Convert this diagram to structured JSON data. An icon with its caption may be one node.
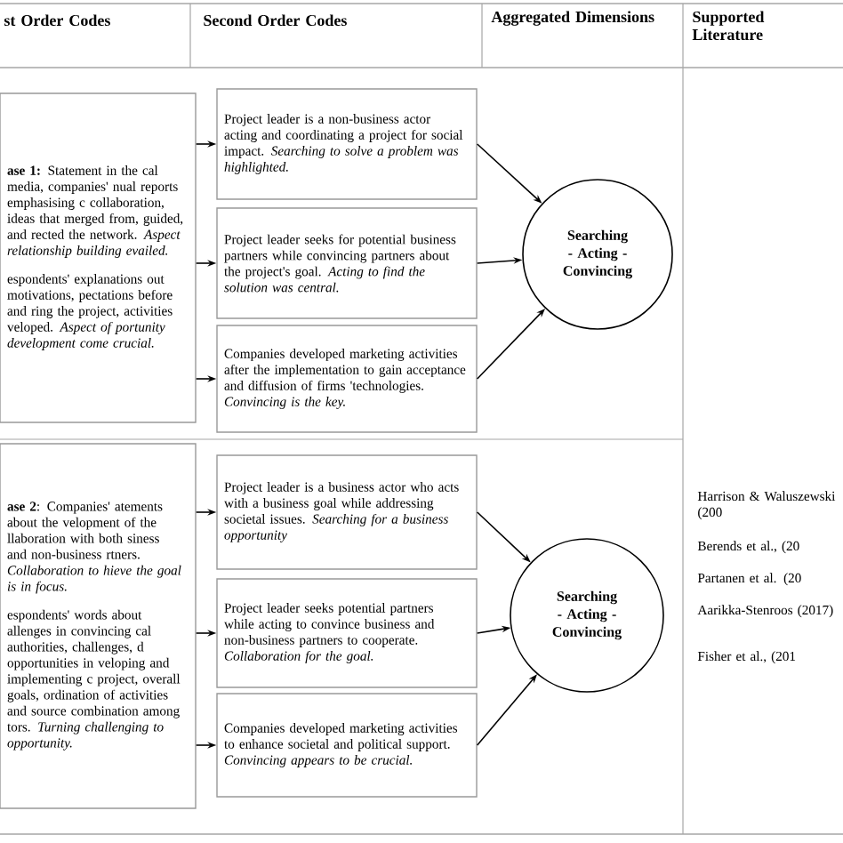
{
  "diagram": {
    "nodes": [
      {
        "text": [
          "**ase 1:** Statement in the cal media, companies' nual reports emphasising c collaboration, ideas that merged from, guided, and rected the network. *Aspect relationship building evailed.*",
          "espondents' explanations out motivations, pectations before and ring the project, activities veloped. *Aspect of portunity development come crucial.*"
        ]
      },
      {
        "text": [
          "Project leader is a non-business actor acting and coordinating a project for social impact. *Searching to solve a problem was highlighted.*"
        ]
      },
      {
        "text": [
          "Project leader seeks for potential business partners while convincing partners about the project's goal. *Acting to find the solution was central.*"
        ]
      },
      {
        "text": [
          "Companies developed marketing activities after the implementation to gain acceptance and diffusion of firms 'technologies. *Convincing is the key.*"
        ]
      },
      {
        "text": [
          "Searching - Acting - Convincing"
        ]
      },
      {
        "text": [
          "**ase 2**: Companies' atements about the velopment of the llaboration with both siness and non-business rtners. *Collaboration to hieve the goal is in focus.*",
          "espondents' words about allenges in convincing cal authorities, challenges, d opportunities in veloping and implementing c project, overall goals, ordination of activities and source combination among tors. *Turning challenging to opportunity.*"
        ]
      },
      {
        "text": [
          "Project leader is a business actor who acts with a business goal while addressing societal issues. *Searching for a business opportunity*"
        ]
      },
      {
        "text": [
          "Project leader seeks potential partners while acting to convince business and non-business partners to cooperate. *Collaboration for the goal.*"
        ]
      },
      {
        "text": [
          "Companies developed marketing activities to enhance societal and political support. *Convincing appears to be crucial.*"
        ]
      },
      {
        "text": [
          "Searching - Acting - Convincing"
        ]
      }
    ],
    "edges": [
      {
        "from": 0,
        "to": 1,
        "arrow": "to"
      },
      {
        "from": 0,
        "to": 2,
        "arrow": "to"
      },
      {
        "from": 0,
        "to": 3,
        "arrow": "to"
      },
      {
        "from": 1,
        "to": 4,
        "arrow": "to"
      },
      {
        "from": 2,
        "to": 4,
        "arrow": "to"
      },
      {
        "from": 3,
        "to": 4,
        "arrow": "to"
      },
      {
        "from": 5,
        "to": 6,
        "arrow": "to"
      },
      {
        "from": 5,
        "to": 7,
        "arrow": "to"
      },
      {
        "from": 5,
        "to": 8,
        "arrow": "to"
      },
      {
        "from": 6,
        "to": 9,
        "arrow": "to"
      },
      {
        "from": 7,
        "to": 9,
        "arrow": "to"
      },
      {
        "from": 8,
        "to": 9,
        "arrow": "to"
      }
    ],
    "labels": [
      "st Order Codes",
      "Second Order Codes",
      "Aggregated Dimensions",
      "Supported Literature",
      "Harrison & Waluszewski (200",
      "Berends et al., (20",
      "Partanen et al. (20",
      "Aarikka-Stenroos (2017)",
      "Fisher et al., (201"
    ]
  }
}
